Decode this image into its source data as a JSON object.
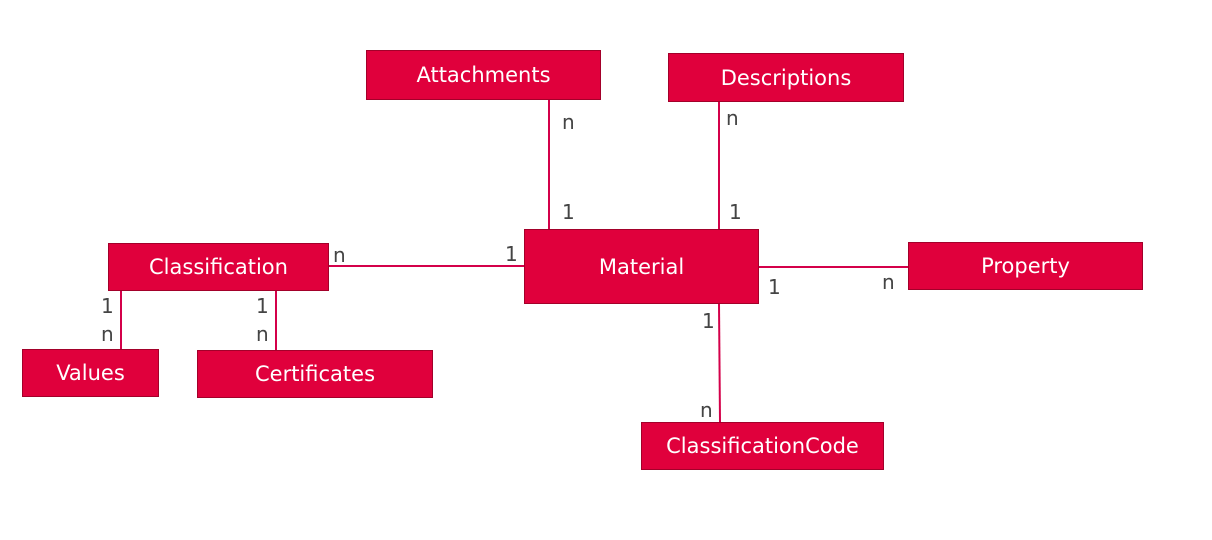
{
  "colors": {
    "entity_fill": "#e0003c",
    "connector": "#d4004a",
    "text": "#ffffff",
    "cardinality": "#444444"
  },
  "entities": {
    "attachments": "Attachments",
    "descriptions": "Descriptions",
    "classification": "Classification",
    "material": "Material",
    "property": "Property",
    "values": "Values",
    "certificates": "Certificates",
    "classification_code": "ClassificationCode"
  },
  "relationships": [
    {
      "from": "Material",
      "to": "Attachments",
      "from_card": "1",
      "to_card": "n"
    },
    {
      "from": "Material",
      "to": "Descriptions",
      "from_card": "1",
      "to_card": "n"
    },
    {
      "from": "Material",
      "to": "Classification",
      "from_card": "1",
      "to_card": "n"
    },
    {
      "from": "Material",
      "to": "Property",
      "from_card": "1",
      "to_card": "n"
    },
    {
      "from": "Material",
      "to": "ClassificationCode",
      "from_card": "1",
      "to_card": "n"
    },
    {
      "from": "Classification",
      "to": "Values",
      "from_card": "1",
      "to_card": "n"
    },
    {
      "from": "Classification",
      "to": "Certificates",
      "from_card": "1",
      "to_card": "n"
    }
  ]
}
